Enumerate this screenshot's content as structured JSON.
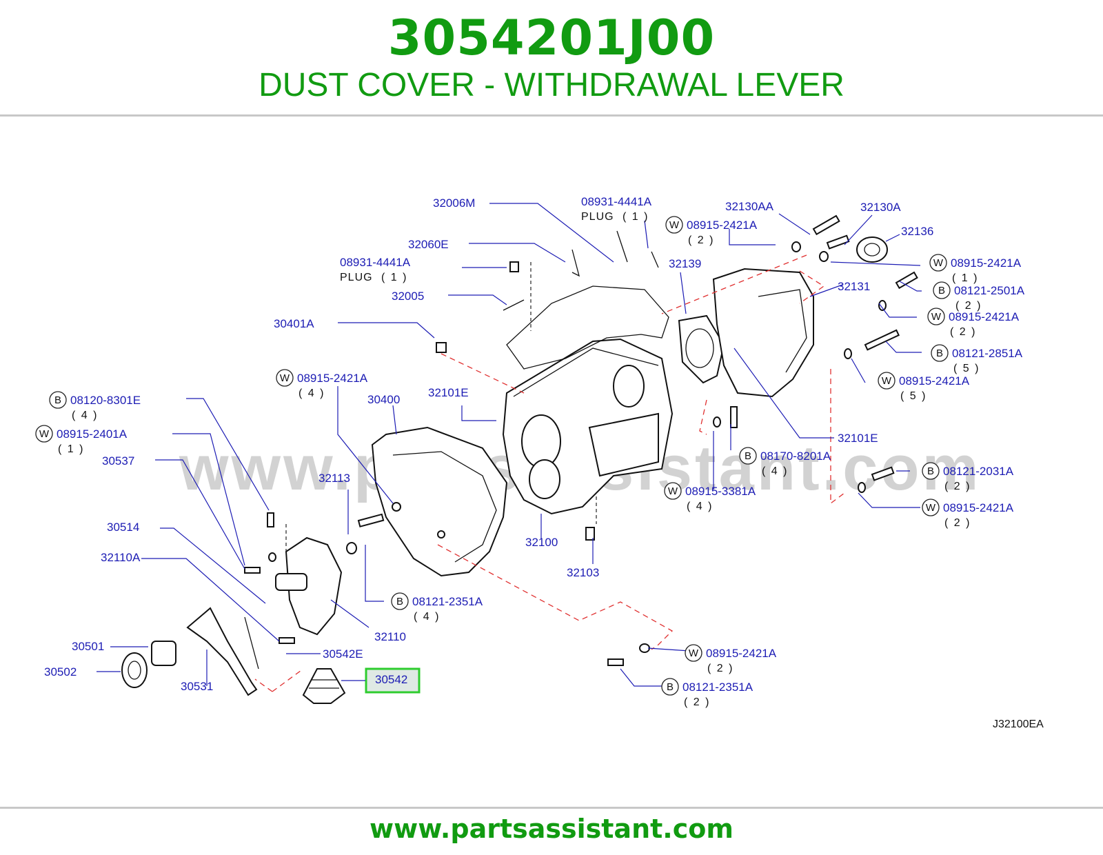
{
  "header": {
    "part_number": "3054201J00",
    "part_name": "DUST COVER - WITHDRAWAL LEVER"
  },
  "footer": {
    "url": "www.partsassistant.com"
  },
  "diagram": {
    "watermark": "www.partsassistant.com",
    "code": "J32100EA",
    "highlighted_part": "30542",
    "colors": {
      "brand_green": "#119b11",
      "label_blue": "#1c1cb4",
      "highlight_box": "#2ecc2e",
      "highlight_fill": "#dfe9e4",
      "dashed_leader": "#e03030"
    },
    "callouts": [
      {
        "id": "c1",
        "number": "32006M"
      },
      {
        "id": "c2",
        "number": "08931-4441A",
        "note": "PLUG",
        "qty": "( 1 )"
      },
      {
        "id": "c3",
        "prefix": "W",
        "number": "08915-2421A",
        "qty": "( 2 )"
      },
      {
        "id": "c4",
        "number": "32130AA"
      },
      {
        "id": "c5",
        "number": "32130A"
      },
      {
        "id": "c6",
        "number": "32136"
      },
      {
        "id": "c7",
        "number": "32060E"
      },
      {
        "id": "c8",
        "number": "32139"
      },
      {
        "id": "c9",
        "prefix": "W",
        "number": "08915-2421A",
        "qty": "( 1 )"
      },
      {
        "id": "c10",
        "number": "08931-4441A",
        "note": "PLUG",
        "qty": "( 1 )"
      },
      {
        "id": "c11",
        "number": "32131"
      },
      {
        "id": "c12",
        "prefix": "B",
        "number": "08121-2501A",
        "qty": "( 2 )"
      },
      {
        "id": "c13",
        "number": "32005"
      },
      {
        "id": "c14",
        "prefix": "W",
        "number": "08915-2421A",
        "qty": "( 2 )"
      },
      {
        "id": "c15",
        "number": "30401A"
      },
      {
        "id": "c16",
        "prefix": "B",
        "number": "08121-2851A",
        "qty": "( 5 )"
      },
      {
        "id": "c17",
        "prefix": "W",
        "number": "08915-2421A",
        "qty": "( 4 )"
      },
      {
        "id": "c18",
        "prefix": "W",
        "number": "08915-2421A",
        "qty": "( 5 )"
      },
      {
        "id": "c19",
        "prefix": "B",
        "number": "08120-8301E",
        "qty": "( 4 )"
      },
      {
        "id": "c20",
        "number": "30400"
      },
      {
        "id": "c21",
        "number": "32101E"
      },
      {
        "id": "c22",
        "prefix": "W",
        "number": "08915-2401A",
        "qty": "( 1 )"
      },
      {
        "id": "c23",
        "number": "32101E"
      },
      {
        "id": "c24",
        "number": "30537"
      },
      {
        "id": "c25",
        "prefix": "B",
        "number": "08170-8201A",
        "qty": "( 4 )"
      },
      {
        "id": "c26",
        "prefix": "B",
        "number": "08121-2031A",
        "qty": "( 2 )"
      },
      {
        "id": "c27",
        "number": "32113"
      },
      {
        "id": "c28",
        "prefix": "W",
        "number": "08915-3381A",
        "qty": "( 4 )"
      },
      {
        "id": "c29",
        "prefix": "W",
        "number": "08915-2421A",
        "qty": "( 2 )"
      },
      {
        "id": "c30",
        "number": "30514"
      },
      {
        "id": "c31",
        "number": "32100"
      },
      {
        "id": "c32",
        "number": "32110A"
      },
      {
        "id": "c33",
        "number": "32103"
      },
      {
        "id": "c34",
        "prefix": "B",
        "number": "08121-2351A",
        "qty": "( 4 )"
      },
      {
        "id": "c35",
        "number": "32110"
      },
      {
        "id": "c36",
        "number": "30501"
      },
      {
        "id": "c37",
        "number": "30542E"
      },
      {
        "id": "c38",
        "prefix": "W",
        "number": "08915-2421A",
        "qty": "( 2 )"
      },
      {
        "id": "c39",
        "number": "30502"
      },
      {
        "id": "c40",
        "number": "30531"
      },
      {
        "id": "c41",
        "number": "30542"
      },
      {
        "id": "c42",
        "prefix": "B",
        "number": "08121-2351A",
        "qty": "( 2 )"
      }
    ]
  }
}
